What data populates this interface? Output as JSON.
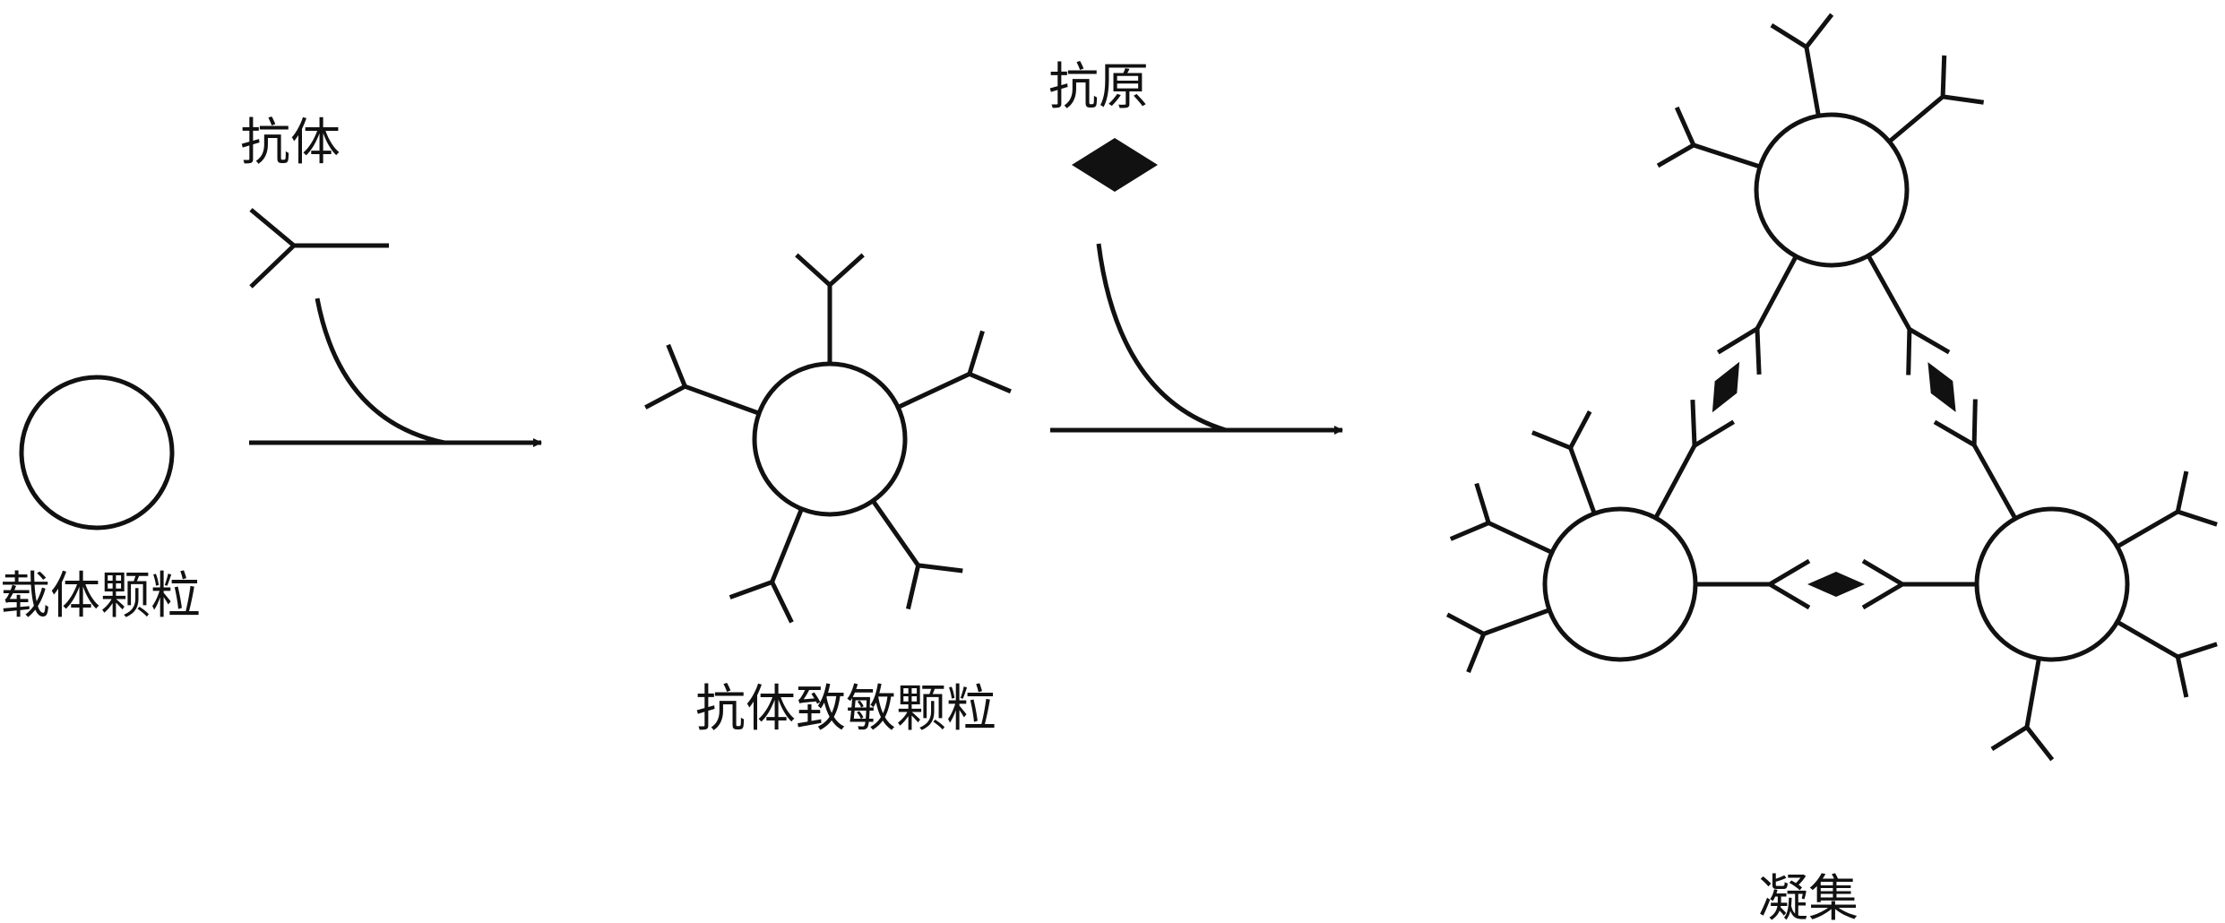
{
  "labels": {
    "carrier_particle": "载体颗粒",
    "antibody": "抗体",
    "sensitized_particle": "抗体致敏颗粒",
    "antigen": "抗原",
    "agglutination": "凝集"
  },
  "colors": {
    "line": "#111111",
    "background": "#ffffff",
    "antigen_fill": "#111111"
  }
}
